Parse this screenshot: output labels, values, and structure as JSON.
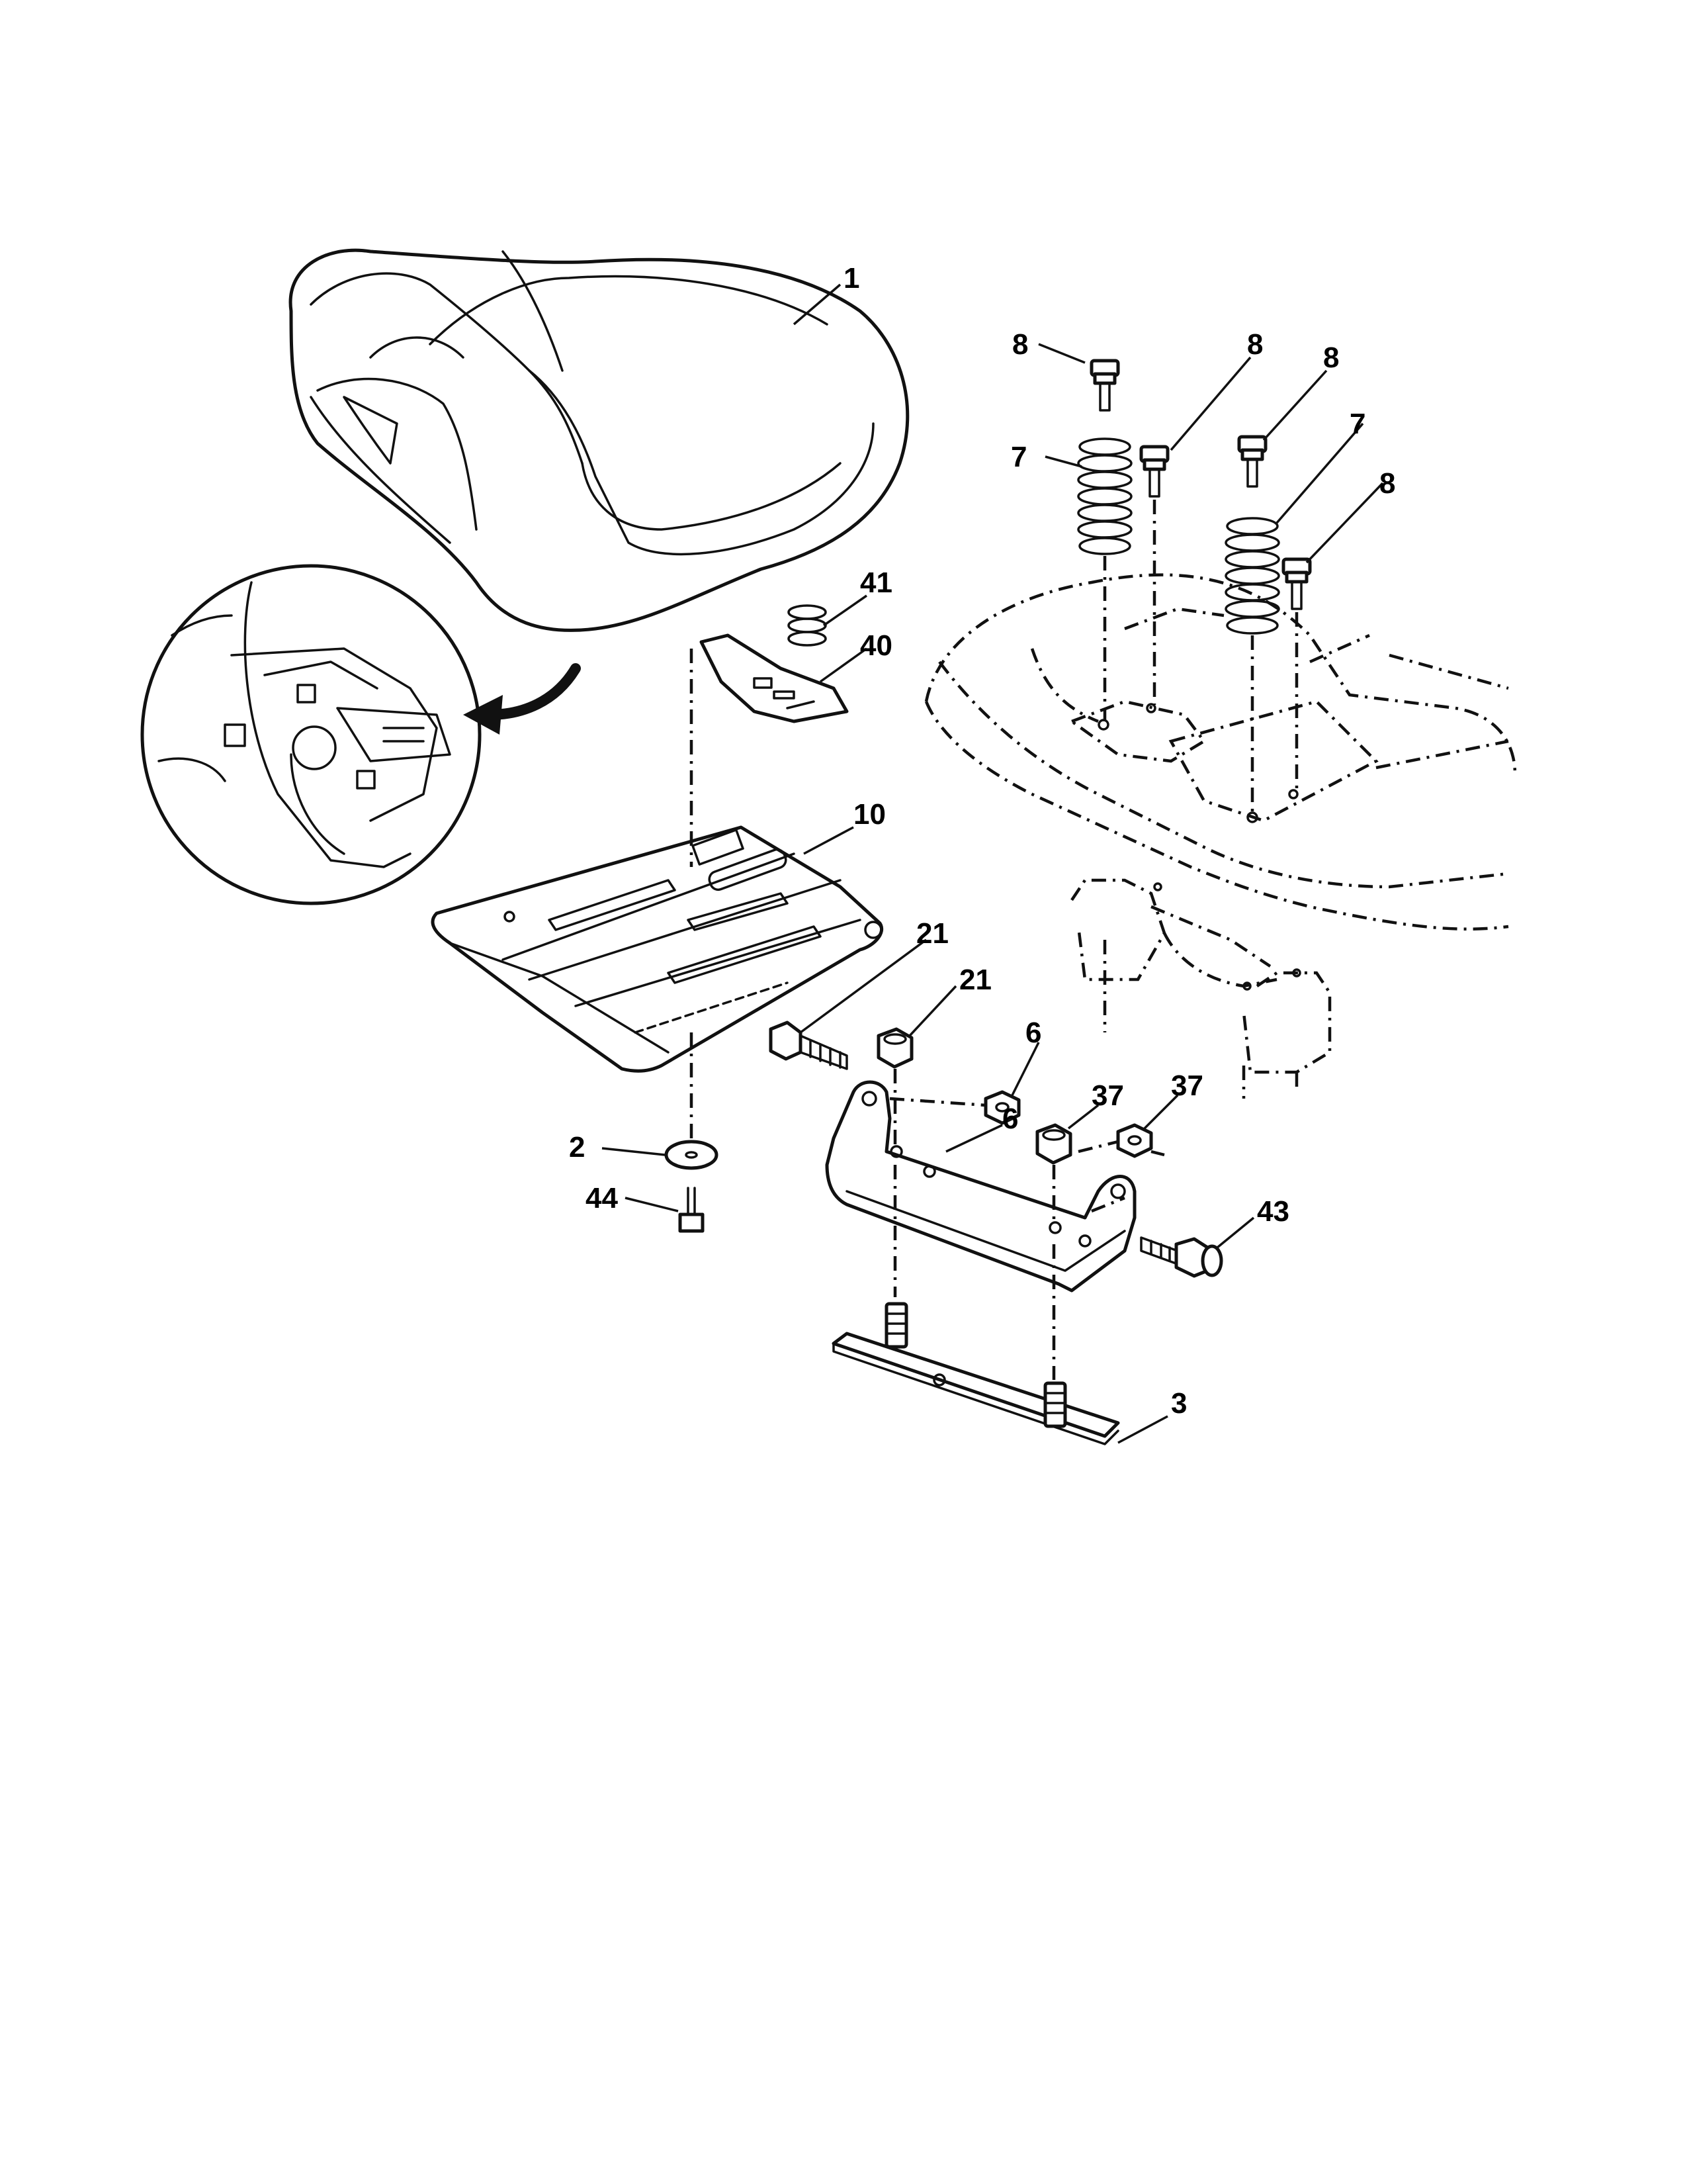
{
  "callouts": [
    {
      "id": "c1",
      "label": "1"
    },
    {
      "id": "c8a",
      "label": "8"
    },
    {
      "id": "c8b",
      "label": "8"
    },
    {
      "id": "c8c",
      "label": "8"
    },
    {
      "id": "c8d",
      "label": "8"
    },
    {
      "id": "c7a",
      "label": "7"
    },
    {
      "id": "c7b",
      "label": "7"
    },
    {
      "id": "c41",
      "label": "41"
    },
    {
      "id": "c40",
      "label": "40"
    },
    {
      "id": "c10",
      "label": "10"
    },
    {
      "id": "c21a",
      "label": "21"
    },
    {
      "id": "c21b",
      "label": "21"
    },
    {
      "id": "c6a",
      "label": "6"
    },
    {
      "id": "c6b",
      "label": "6"
    },
    {
      "id": "c37a",
      "label": "37"
    },
    {
      "id": "c37b",
      "label": "37"
    },
    {
      "id": "c2",
      "label": "2"
    },
    {
      "id": "c44",
      "label": "44"
    },
    {
      "id": "c43",
      "label": "43"
    },
    {
      "id": "c3",
      "label": "3"
    }
  ]
}
